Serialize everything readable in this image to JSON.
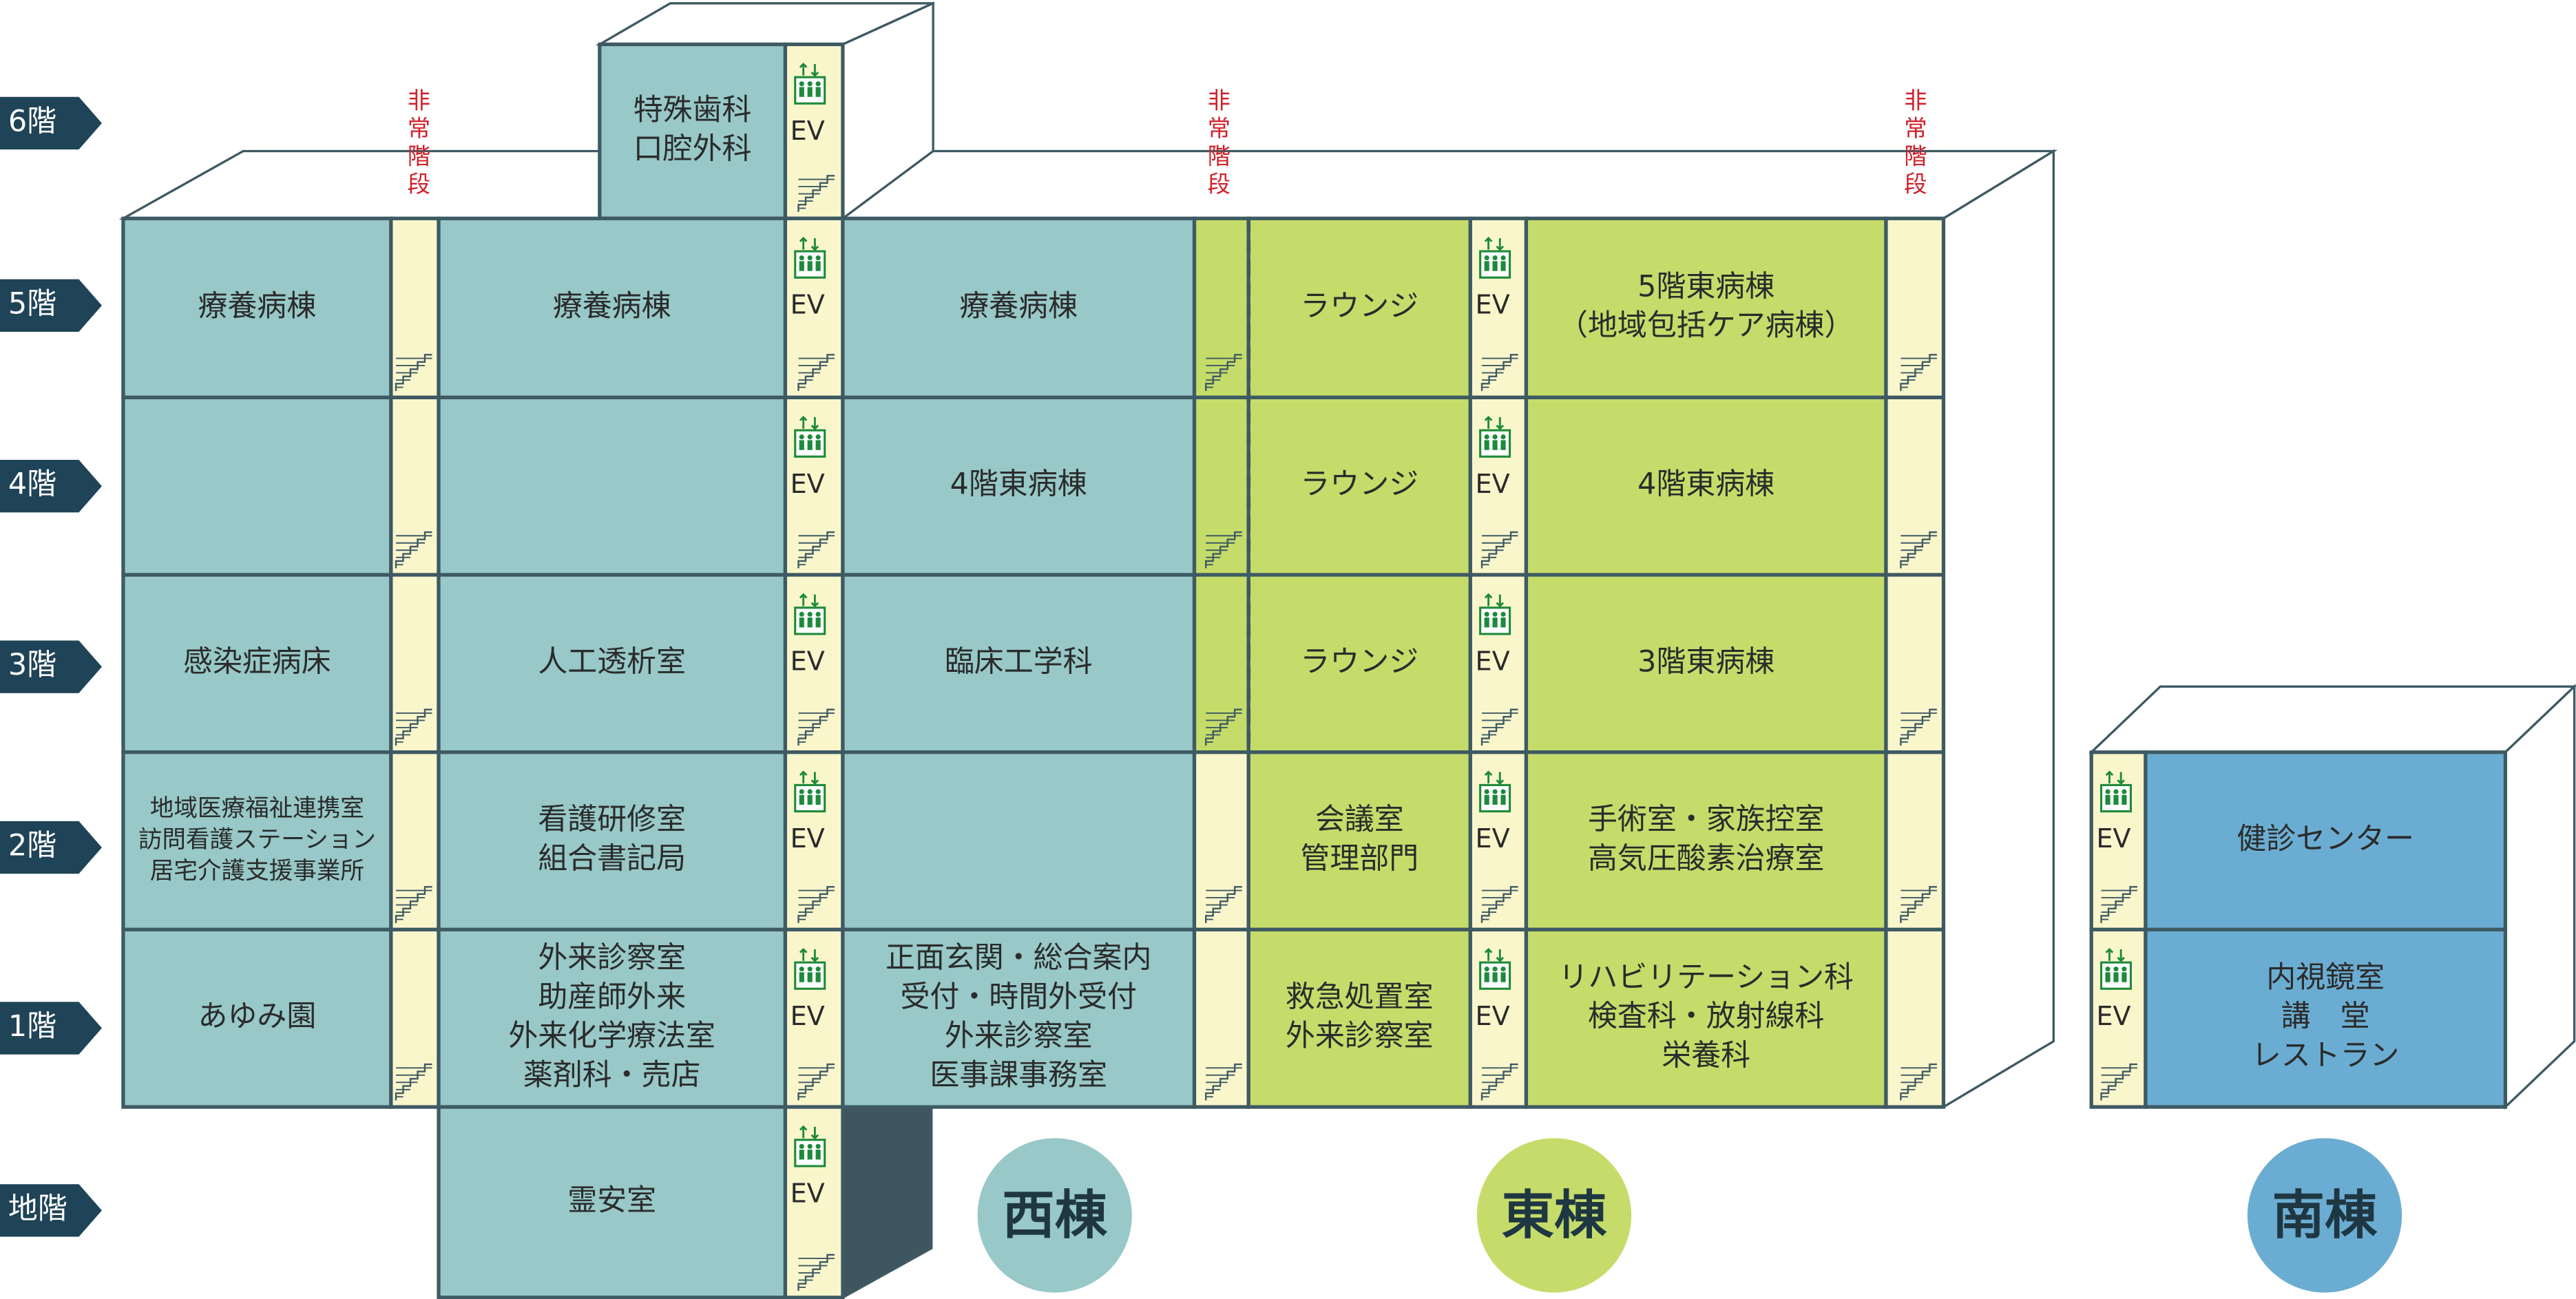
{
  "floors": [
    "6階",
    "5階",
    "4階",
    "3階",
    "2階",
    "1階",
    "地階"
  ],
  "emergency_stair": "非常階段",
  "ev_label": "EV",
  "buildings": {
    "west": "西棟",
    "east": "東棟",
    "south": "南棟"
  },
  "rooms": {
    "f6_tower": "特殊歯科\n口腔外科",
    "f5_wa": "療養病棟",
    "f5_wb": "療養病棟",
    "f5_wc": "療養病棟",
    "f5_lounge": "ラウンジ",
    "f5_east": "5階東病棟\n（地域包括ケア病棟）",
    "f4_wa": "",
    "f4_wb": "",
    "f4_wc": "4階東病棟",
    "f4_lounge": "ラウンジ",
    "f4_east": "4階東病棟",
    "f3_wa": "感染症病床",
    "f3_wb": "人工透析室",
    "f3_wc": "臨床工学科",
    "f3_lounge": "ラウンジ",
    "f3_east": "3階東病棟",
    "f2_wa": "地域医療福祉連携室\n訪問看護ステーション\n居宅介護支援事業所",
    "f2_wb": "看護研修室\n組合書記局",
    "f2_wc": "",
    "f2_lounge": "会議室\n管理部門",
    "f2_east": "手術室・家族控室\n高気圧酸素治療室",
    "f2_south": "健診センター",
    "f1_wa": "あゆみ園",
    "f1_wb": "外来診察室\n助産師外来\n外来化学療法室\n薬剤科・売店",
    "f1_wc": "正面玄関・総合案内\n受付・時間外受付\n外来診察室\n医事課事務室",
    "f1_lounge": "救急処置室\n外来診察室",
    "f1_east": "リハビリテーション科\n検査科・放射線科\n栄養科",
    "f1_south": "内視鏡室\n講　堂\nレストラン",
    "b1_wb": "霊安室"
  },
  "colors": {
    "west": "#98c8c8",
    "east": "#c5dc6a",
    "south": "#6badd2",
    "stair": "#faf6cc",
    "label_bg": "#1f4357",
    "line": "#3e5a63",
    "emergency": "#d0202b",
    "ev_icon": "#1e8a3a",
    "west_circle": "#98c8c8",
    "east_circle": "#c5dc6a",
    "south_circle": "#6badd2"
  }
}
